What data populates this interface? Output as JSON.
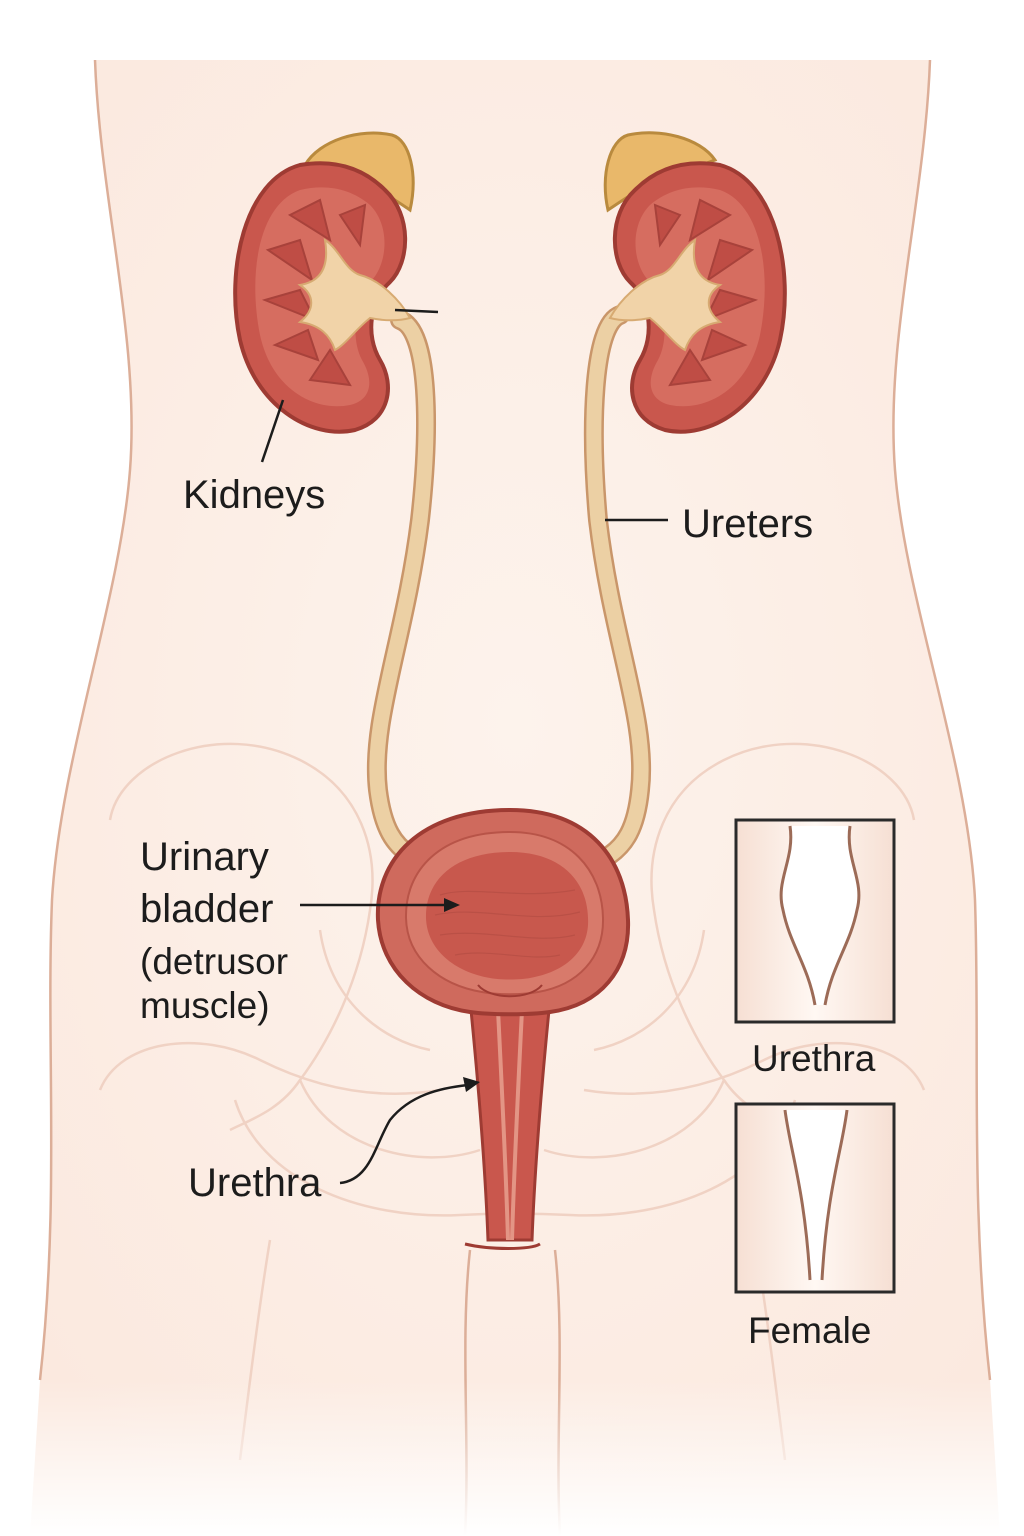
{
  "labels": {
    "kidneys": "Kidneys",
    "ureters": "Ureters",
    "bladder_line1": "Urinary",
    "bladder_line2": "bladder",
    "bladder_line3": "(detrusor",
    "bladder_line4": "muscle)",
    "urethra": "Urethra"
  },
  "insets": [
    {
      "caption": "Urethra"
    },
    {
      "caption": "Female"
    }
  ],
  "colors": {
    "skin": "#fdf1ea",
    "body_outline": "#d9a58f",
    "kidney": "#c9574d",
    "kidney_dark": "#9e3b33",
    "adrenal": "#e9b86a",
    "ureter": "#ecd0a4",
    "bladder": "#cf6a5d",
    "text": "#1c1c1c"
  }
}
